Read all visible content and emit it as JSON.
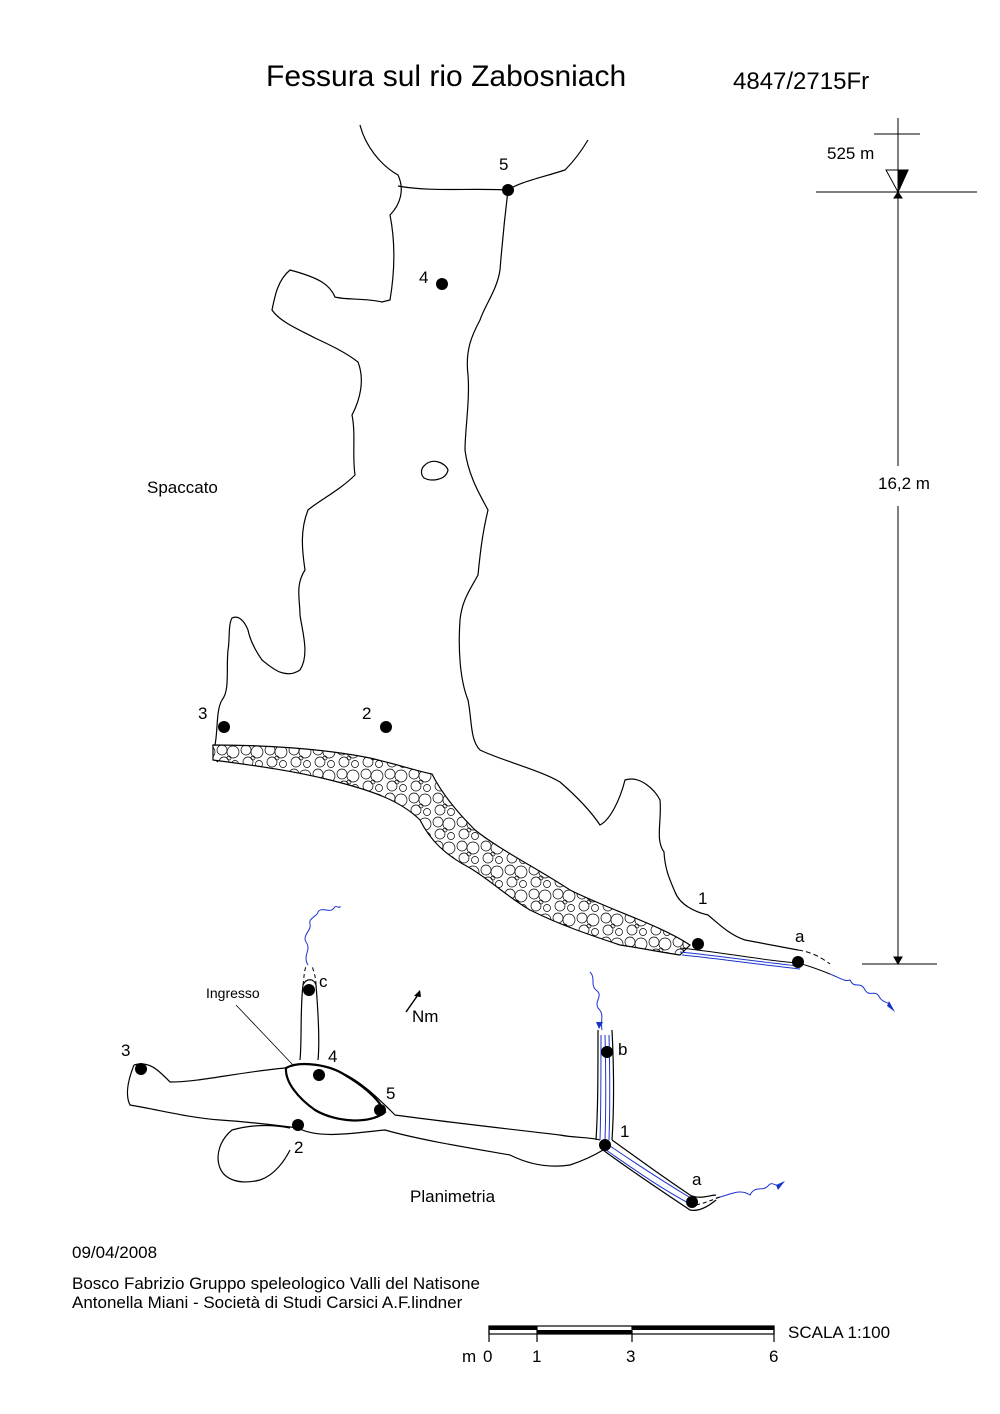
{
  "header": {
    "title": "Fessura sul rio Zabosniach",
    "cadastre_code": "4847/2715Fr"
  },
  "section_view": {
    "label": "Spaccato",
    "elevation": "525 m",
    "depth": "16,2 m",
    "stations": [
      "5",
      "4",
      "3",
      "2",
      "1",
      "a"
    ]
  },
  "plan_view": {
    "label": "Planimetria",
    "entrance_label": "Ingresso",
    "north_label": "Nm",
    "stations": [
      "c",
      "3",
      "4",
      "5",
      "2",
      "b",
      "1",
      "a"
    ]
  },
  "footer": {
    "date": "09/04/2008",
    "credit_line_1": "Bosco Fabrizio Gruppo speleologico Valli del Natisone",
    "credit_line_2": "Antonella Miani - Società di Studi Carsici A.F.lindner"
  },
  "scale": {
    "unit": "m",
    "ticks": [
      "0",
      "1",
      "3",
      "6"
    ],
    "label": "SCALA 1:100"
  },
  "colors": {
    "ink": "#000000",
    "water": "#1a33cc"
  }
}
